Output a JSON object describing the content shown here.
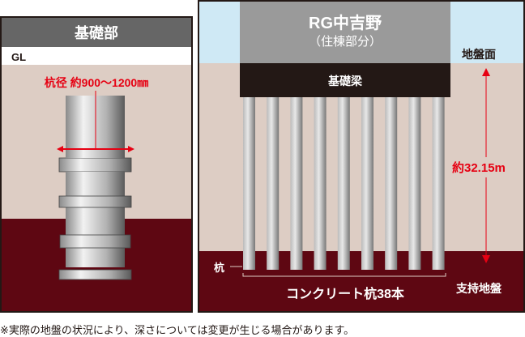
{
  "left_panel": {
    "header": "基礎部",
    "gl_label": "GL",
    "diameter_label": "杭径 約900〜1200㎜"
  },
  "right_panel": {
    "building_name": "RG中吉野",
    "building_sub": "（住棟部分）",
    "beam_label": "基礎梁",
    "ground_surface": "地盤面",
    "depth_label": "約32.15m",
    "pile_label": "杭",
    "pile_count_label": "コンクリート杭38本",
    "bearing_layer": "支持地盤",
    "pile_count_drawn": 9
  },
  "footnote": "※実際の地盤の状況により、深さについては変更が生じる場合があります。",
  "colors": {
    "soil": "#ddcdc4",
    "bearing": "#5e0712",
    "sky": "#cfe9f5",
    "building": "#9a9a9a",
    "beam": "#231815",
    "accent": "#e60012",
    "header": "#666666"
  }
}
